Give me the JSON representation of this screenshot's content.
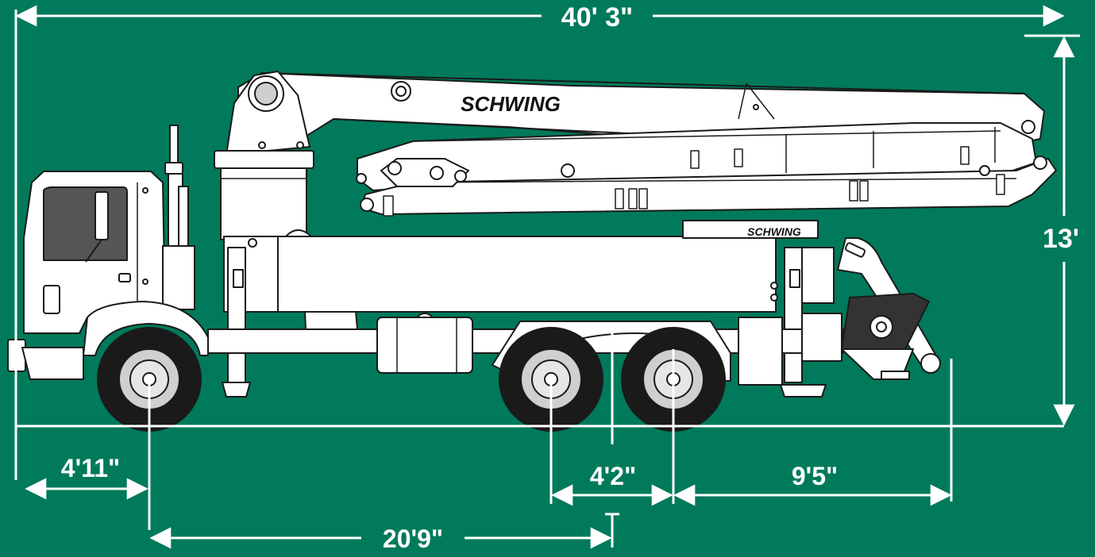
{
  "background_color": "#007a5a",
  "line_color": "#ffffff",
  "truck_fill": "#ffffff",
  "outline_color": "#1a1a1a",
  "brand": {
    "boom_logo": "SCHWING",
    "body_logo": "SCHWING"
  },
  "dimensions": {
    "overall_length": "40' 3\"",
    "overall_height": "13'",
    "front_overhang": "4'11\"",
    "front_axle_to_tandem_center": "20'9\"",
    "tandem_spacing": "4'2\"",
    "rear_axle_to_rear": "9'5\""
  }
}
